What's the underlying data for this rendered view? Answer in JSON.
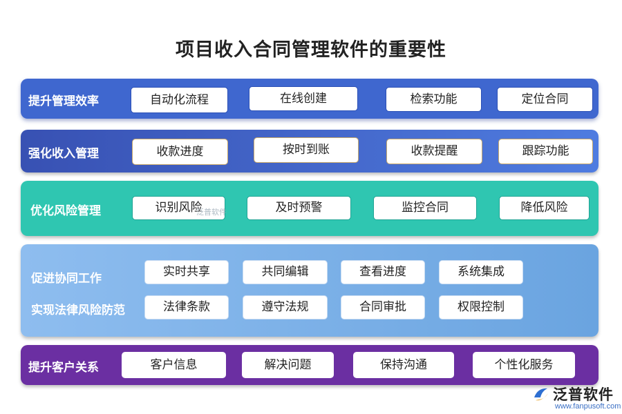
{
  "title": "项目收入合同管理软件的重要性",
  "rows": [
    {
      "label": "提升管理效率",
      "items": [
        "自动化流程",
        "在线创建",
        "检索功能",
        "定位合同"
      ],
      "color": "#3e63c8"
    },
    {
      "label": "强化收入管理",
      "items": [
        "收款进度",
        "按时到账",
        "收款提醒",
        "跟踪功能"
      ],
      "color": "#3a5ab8"
    },
    {
      "label": "优化风险管理",
      "items": [
        "识别风险",
        "及时预警",
        "监控合同",
        "降低风险"
      ],
      "color": "#2ec3af"
    },
    {
      "label": "促进协同工作",
      "items": [
        "实时共享",
        "共同编辑",
        "查看进度",
        "系统集成"
      ],
      "color": "#6ea8e3"
    },
    {
      "label": "实现法律风险防范",
      "items": [
        "法律条款",
        "遵守法规",
        "合同审批",
        "权限控制"
      ],
      "color": "#6ea8e3"
    },
    {
      "label": "提升客户关系",
      "items": [
        "客户信息",
        "解决问题",
        "保持沟通",
        "个性化服务"
      ],
      "color": "#6a2fa0"
    }
  ],
  "watermark": "泛普软件",
  "logo": {
    "name": "泛普软件",
    "url": "www.fanpusoft.com"
  }
}
